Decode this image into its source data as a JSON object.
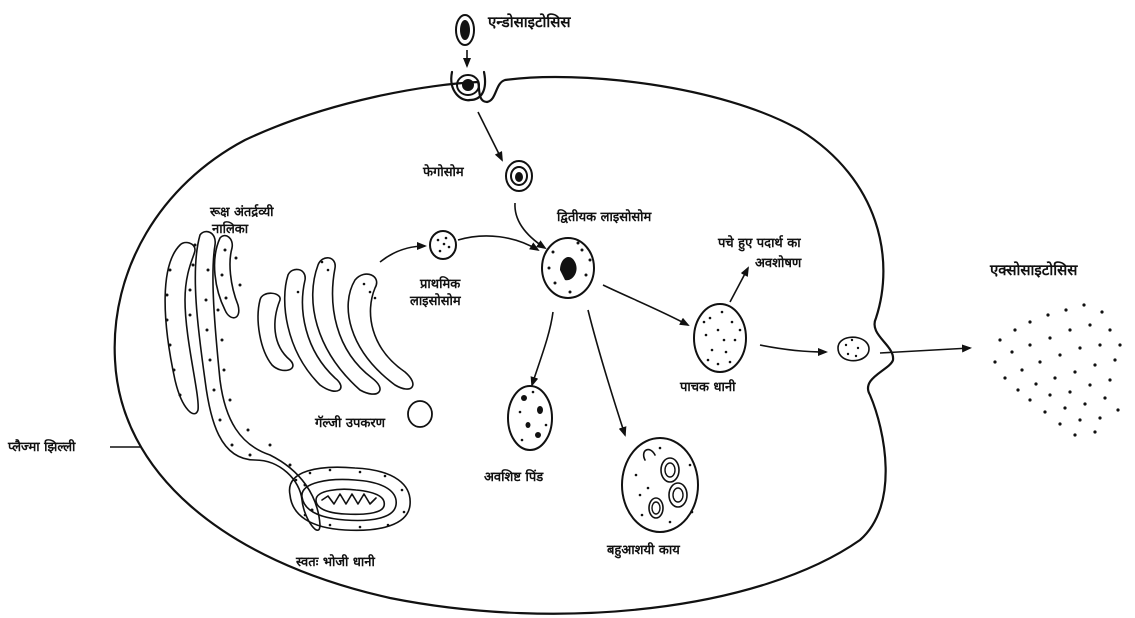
{
  "labels": {
    "endocytosis": "एन्डोसाइटोसिस",
    "phagosome": "फेगोसोम",
    "secondary_lysosome": "द्वितीयक लाइसोसोम",
    "rough_er_line1": "रूक्ष अंतर्द्रव्यी",
    "rough_er_line2": "नालिका",
    "primary_lysosome_line1": "प्राथमिक",
    "primary_lysosome_line2": "लाइसोसोम",
    "absorption_line1": "पचे हुए पदार्थ का",
    "absorption_line2": "अवशोषण",
    "exocytosis": "एक्सोसाइटोसिस",
    "digestive_vacuole": "पाचक धानी",
    "golgi": "गॅल्जी उपकरण",
    "residual_body": "अवशिष्ट पिंड",
    "plasma_membrane": "प्लैज्मा झिल्ली",
    "autophagic_vacuole": "स्वतः भोजी धानी",
    "multivesicular_body": "बहुआशयी काय"
  }
}
